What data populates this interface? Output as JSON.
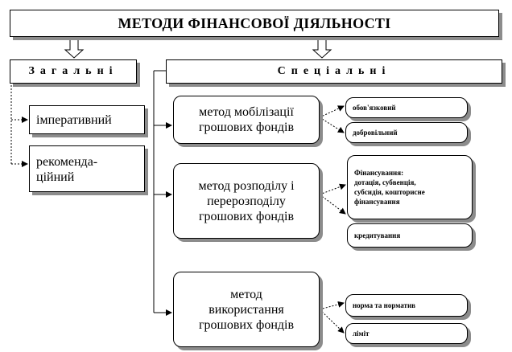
{
  "title": "МЕТОДИ ФІНАНСОВОЇ ДІЯЛЬНОСТІ",
  "general": {
    "header": "Загальні",
    "items": [
      "імперативний",
      "рекоменда-\nційний"
    ]
  },
  "special": {
    "header": "Спеціальні",
    "methods": [
      {
        "label": "метод мобілізації\nгрошових фондів",
        "subs": [
          "обов'язковий",
          "добровільний"
        ]
      },
      {
        "label": "метод розподілу і\nперерозподілу\nгрошових фондів",
        "subs": [
          "Фінансування:\nдотація, субвенція,\nсубсидія, кошторисне\nфінансування",
          "кредитування"
        ]
      },
      {
        "label": "метод\nвикористання\nгрошових фондів",
        "subs": [
          "норма та норматив",
          "ліміт"
        ]
      }
    ]
  }
}
